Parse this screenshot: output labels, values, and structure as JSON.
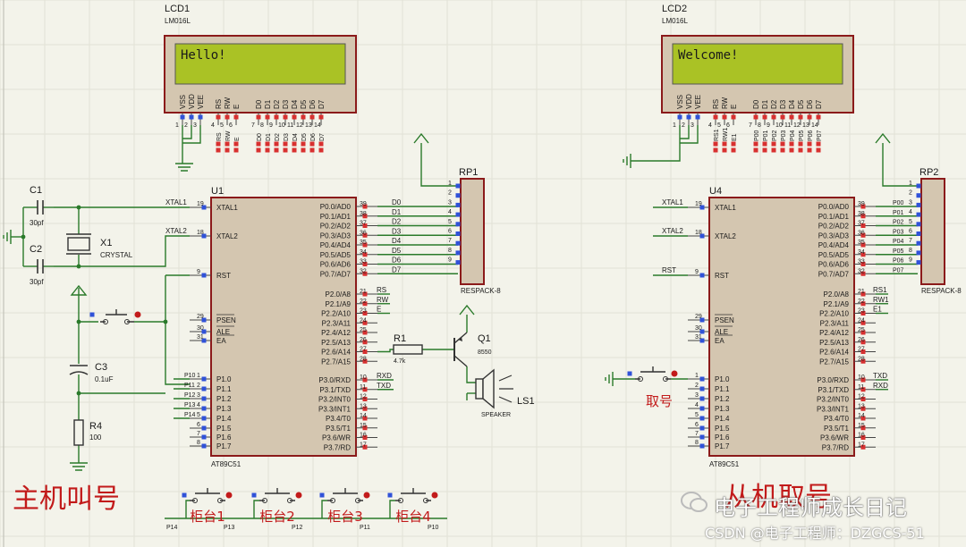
{
  "lcd1": {
    "ref": "LCD1",
    "model": "LM016L",
    "screen_text": "Hello!",
    "pins": [
      "VSS",
      "VDD",
      "VEE",
      "RS",
      "RW",
      "E",
      "D0",
      "D1",
      "D2",
      "D3",
      "D4",
      "D5",
      "D6",
      "D7"
    ],
    "nets": [
      "RS",
      "RW",
      "E",
      "D0",
      "D1",
      "D2",
      "D3",
      "D4",
      "D5",
      "D6",
      "D7"
    ]
  },
  "lcd2": {
    "ref": "LCD2",
    "model": "LM016L",
    "screen_text": "Welcome!",
    "pins": [
      "VSS",
      "VDD",
      "VEE",
      "RS",
      "RW",
      "E",
      "D0",
      "D1",
      "D2",
      "D3",
      "D4",
      "D5",
      "D6",
      "D7"
    ],
    "nets": [
      "RS1",
      "RW1",
      "E1",
      "P00",
      "P01",
      "P02",
      "P03",
      "P04",
      "P05",
      "P06",
      "P07"
    ]
  },
  "u1": {
    "ref": "U1",
    "model": "AT89C51",
    "left_pins": [
      [
        "19",
        "XTAL1"
      ],
      [
        "18",
        "XTAL2"
      ],
      [
        "9",
        "RST"
      ],
      [
        "29",
        "PSEN"
      ],
      [
        "30",
        "ALE"
      ],
      [
        "31",
        "EA"
      ],
      [
        "1",
        "P1.0"
      ],
      [
        "2",
        "P1.1"
      ],
      [
        "3",
        "P1.2"
      ],
      [
        "4",
        "P1.3"
      ],
      [
        "5",
        "P1.4"
      ],
      [
        "6",
        "P1.5"
      ],
      [
        "7",
        "P1.6"
      ],
      [
        "8",
        "P1.7"
      ]
    ],
    "right_pins": [
      [
        "39",
        "P0.0/AD0"
      ],
      [
        "38",
        "P0.1/AD1"
      ],
      [
        "37",
        "P0.2/AD2"
      ],
      [
        "36",
        "P0.3/AD3"
      ],
      [
        "35",
        "P0.4/AD4"
      ],
      [
        "34",
        "P0.5/AD5"
      ],
      [
        "33",
        "P0.6/AD6"
      ],
      [
        "32",
        "P0.7/AD7"
      ],
      [
        "21",
        "P2.0/A8"
      ],
      [
        "22",
        "P2.1/A9"
      ],
      [
        "23",
        "P2.2/A10"
      ],
      [
        "24",
        "P2.3/A11"
      ],
      [
        "25",
        "P2.4/A12"
      ],
      [
        "26",
        "P2.5/A13"
      ],
      [
        "27",
        "P2.6/A14"
      ],
      [
        "28",
        "P2.7/A15"
      ],
      [
        "10",
        "P3.0/RXD"
      ],
      [
        "11",
        "P3.1/TXD"
      ],
      [
        "12",
        "P3.2/INT0"
      ],
      [
        "13",
        "P3.3/INT1"
      ],
      [
        "14",
        "P3.4/T0"
      ],
      [
        "15",
        "P3.5/T1"
      ],
      [
        "16",
        "P3.6/WR"
      ],
      [
        "17",
        "P3.7/RD"
      ]
    ]
  },
  "u4": {
    "ref": "U4",
    "model": "AT89C51"
  },
  "rp1": {
    "ref": "RP1",
    "model": "RESPACK-8"
  },
  "rp2": {
    "ref": "RP2",
    "model": "RESPACK-8"
  },
  "u1_left_nets": [
    "XTAL1",
    "XTAL2"
  ],
  "u1_p1_nets": [
    "P10",
    "P11",
    "P12",
    "P13",
    "P14"
  ],
  "u1_p0_nets": [
    "D0",
    "D1",
    "D2",
    "D3",
    "D4",
    "D5",
    "D6",
    "D7"
  ],
  "u1_p2_nets": [
    "RS",
    "RW",
    "E"
  ],
  "u1_p3_nets": [
    "RXD",
    "TXD"
  ],
  "u4_left_nets": [
    "XTAL1",
    "XTAL2",
    "RST"
  ],
  "u4_p0_nets": [
    "P00",
    "P01",
    "P02",
    "P03",
    "P04",
    "P05",
    "P06",
    "P07"
  ],
  "u4_p2_nets": [
    "RS1",
    "RW1",
    "E1"
  ],
  "u4_p3_nets": [
    "TXD",
    "RXD"
  ],
  "parts": {
    "c1": {
      "ref": "C1",
      "value": "30pf"
    },
    "c2": {
      "ref": "C2",
      "value": "30pf"
    },
    "c3": {
      "ref": "C3",
      "value": "0.1uF"
    },
    "x1": {
      "ref": "X1",
      "value": "CRYSTAL"
    },
    "r4": {
      "ref": "R4",
      "value": "100"
    },
    "r1": {
      "ref": "R1",
      "value": "4.7k"
    },
    "q1": {
      "ref": "Q1",
      "value": "8550"
    },
    "ls1": {
      "ref": "LS1",
      "value": "SPEAKER"
    }
  },
  "labels": {
    "host": "主机叫号",
    "take_number": "取号",
    "slave": "从机取号",
    "counters": [
      "柜台1",
      "柜台2",
      "柜台3",
      "柜台4"
    ],
    "counter_nets": [
      "P14",
      "P13",
      "P12",
      "P11",
      "P10"
    ]
  },
  "watermark": {
    "name": "电子工程师成长日记",
    "csdn": "CSDN @电子工程师：DZGCS-51"
  },
  "colors": {
    "wire": "#2a7a2a",
    "outline": "#8b1a1a",
    "body": "#d4c6b0",
    "lcd_screen": "#aac225",
    "text": "#1a1a1a",
    "red": "#c21a1a"
  }
}
